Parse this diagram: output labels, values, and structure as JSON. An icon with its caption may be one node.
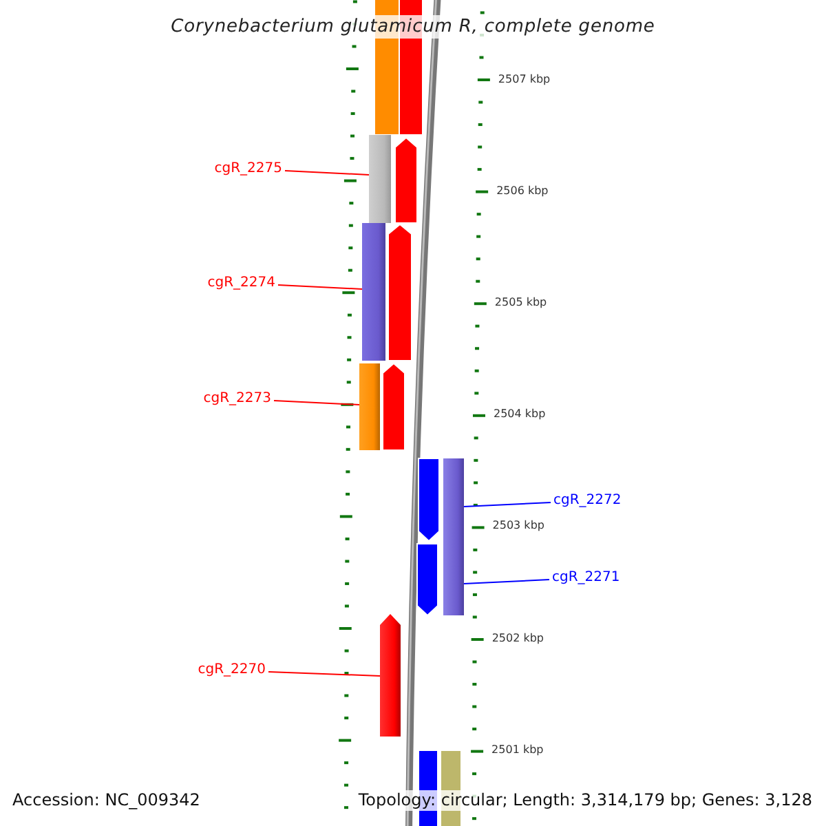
{
  "diagram": {
    "title": "Corynebacterium glutamicum R, complete genome",
    "nodes": [
      {
        "text": [
          "cgR_2275"
        ]
      },
      {
        "text": [],
        "shape": "bar"
      },
      {
        "text": [
          "cgR_2274"
        ]
      },
      {
        "text": [],
        "shape": "bar"
      },
      {
        "text": [
          "cgR_2273"
        ]
      },
      {
        "text": [],
        "shape": "bar"
      },
      {
        "text": [
          "cgR_2272"
        ]
      },
      {
        "text": [],
        "shape": "bar"
      },
      {
        "text": [
          "cgR_2271"
        ]
      },
      {
        "text": [
          "cgR_2270"
        ]
      },
      {
        "text": [],
        "shape": "arrow"
      }
    ],
    "edges": [
      {
        "from": 0,
        "to": 1,
        "arrow": "none",
        "color": "#ff0000"
      },
      {
        "from": 2,
        "to": 3,
        "arrow": "none",
        "color": "#ff0000"
      },
      {
        "from": 4,
        "to": 5,
        "arrow": "none",
        "color": "#ff0000"
      },
      {
        "from": 6,
        "to": 7,
        "arrow": "none",
        "color": "#0000ff"
      },
      {
        "from": 8,
        "to": 7,
        "arrow": "none",
        "color": "#0000ff"
      },
      {
        "from": 9,
        "to": 10,
        "arrow": "none",
        "color": "#ff0000"
      }
    ],
    "labels": [
      "2507 kbp",
      "2506 kbp",
      "2505 kbp",
      "2504 kbp",
      "2503 kbp",
      "2502 kbp",
      "2501 kbp",
      "Accession: NC_009342",
      "Topology: circular; Length: 3,314,179 bp; Genes: 3,128"
    ]
  }
}
